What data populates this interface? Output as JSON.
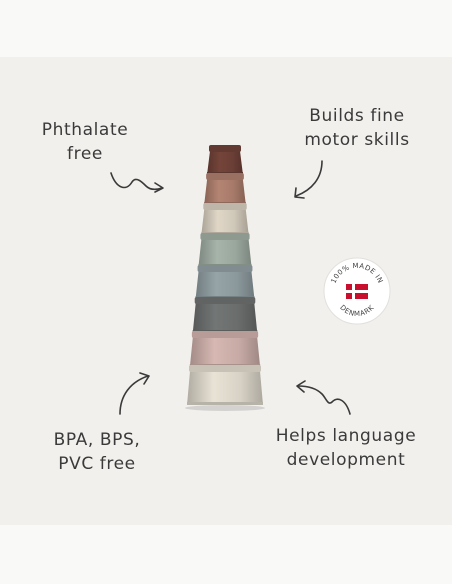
{
  "callouts": {
    "phthalate": {
      "line1": "Phthalate",
      "line2": "free"
    },
    "motor": {
      "line1": "Builds fine",
      "line2": "motor skills"
    },
    "bpa": {
      "line1": "BPA, BPS,",
      "line2": "PVC free"
    },
    "language": {
      "line1": "Helps language",
      "line2": "development"
    }
  },
  "seal": {
    "text_top": "100% MADE IN",
    "text_bottom": "DENMARK",
    "flag_red": "#c8102e",
    "flag_white": "#ffffff"
  },
  "cups": [
    {
      "color": "#6b3f36"
    },
    {
      "color": "#a77a6a"
    },
    {
      "color": "#cfc7b8"
    },
    {
      "color": "#9aa79d"
    },
    {
      "color": "#8b989c"
    },
    {
      "color": "#6a6d6c"
    },
    {
      "color": "#c7aaa5"
    },
    {
      "color": "#d8d2c6"
    }
  ],
  "colors": {
    "background": "#f2f0ed",
    "text": "#3a3a3a"
  }
}
